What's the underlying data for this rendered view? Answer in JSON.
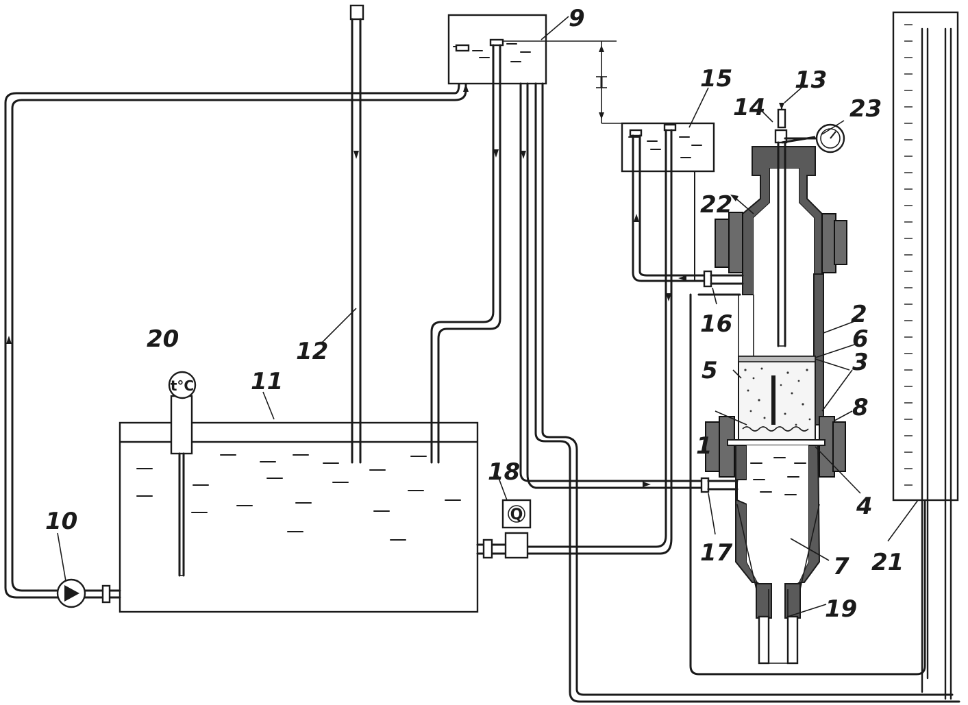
{
  "labels": {
    "l1": "1",
    "l2": "2",
    "l3": "3",
    "l4": "4",
    "l5": "5",
    "l6": "6",
    "l7": "7",
    "l8": "8",
    "l9": "9",
    "l10": "10",
    "l11": "11",
    "l12": "12",
    "l13": "13",
    "l14": "14",
    "l15": "15",
    "l16": "16",
    "l17": "17",
    "l18": "18",
    "l19": "19",
    "l20": "20",
    "l21": "21",
    "l22": "22",
    "l23": "23"
  },
  "instruments": {
    "thermometer_symbol": "t°C",
    "flowmeter_symbol": "Q"
  },
  "colors": {
    "line": "#1a1a1a",
    "wall": "#5a5a5a",
    "background": "#ffffff"
  }
}
